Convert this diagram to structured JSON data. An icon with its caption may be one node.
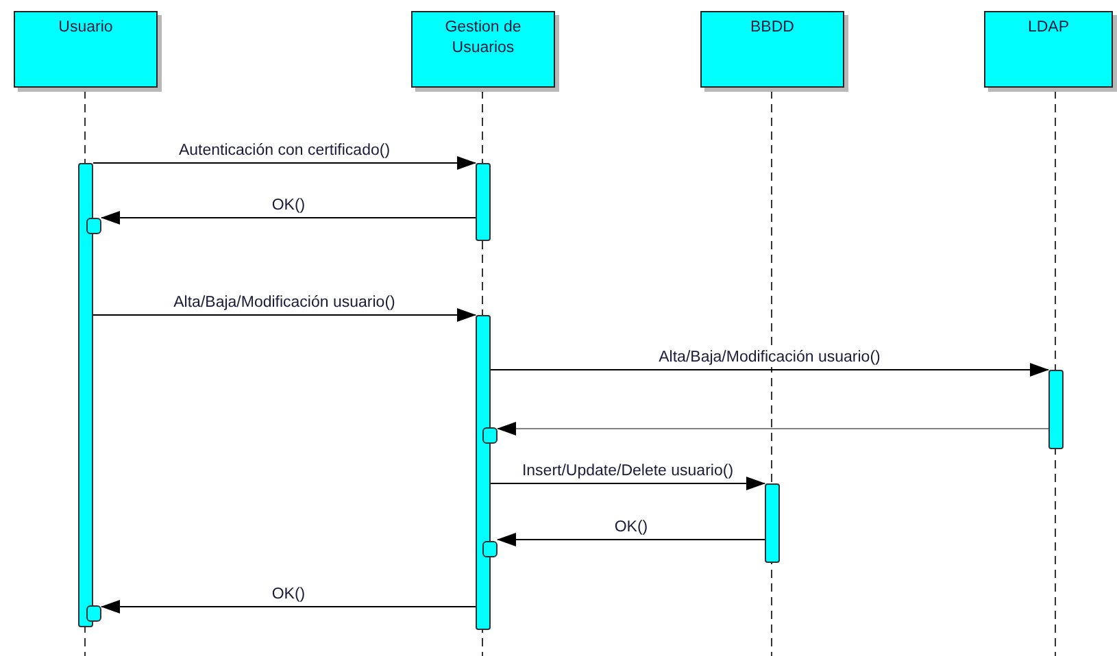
{
  "diagram": {
    "nodes": [
      {
        "text": [
          "Usuario"
        ]
      },
      {
        "text": [
          "Gestion de Usuarios"
        ]
      },
      {
        "text": [
          "BBDD"
        ]
      },
      {
        "text": [
          "LDAP"
        ]
      },
      {
        "text": [],
        "shape": "bar"
      },
      {
        "text": [],
        "shape": "bar"
      },
      {
        "text": [],
        "shape": "box"
      },
      {
        "text": [],
        "shape": "bar"
      },
      {
        "text": [],
        "shape": "bar"
      },
      {
        "text": [],
        "shape": "box"
      },
      {
        "text": [],
        "shape": "bar"
      },
      {
        "text": [],
        "shape": "box"
      },
      {
        "text": [],
        "shape": "box"
      }
    ],
    "edges": [
      {
        "from": 4,
        "to": 5,
        "arrow": "to",
        "label": "Autenticación con certificado()"
      },
      {
        "from": 5,
        "to": 6,
        "arrow": "to",
        "label": "OK()"
      },
      {
        "from": 4,
        "to": 7,
        "arrow": "to",
        "label": "Alta/Baja/Modificación usuario()"
      },
      {
        "from": 7,
        "to": 8,
        "arrow": "to",
        "label": "Alta/Baja/Modificación usuario()"
      },
      {
        "from": 8,
        "to": 9,
        "arrow": "to",
        "color": "#808080"
      },
      {
        "from": 7,
        "to": 10,
        "arrow": "to",
        "label": "Insert/Update/Delete usuario()"
      },
      {
        "from": 10,
        "to": 11,
        "arrow": "to",
        "label": "OK()"
      },
      {
        "from": 7,
        "to": 12,
        "arrow": "to",
        "label": "OK()"
      }
    ]
  }
}
